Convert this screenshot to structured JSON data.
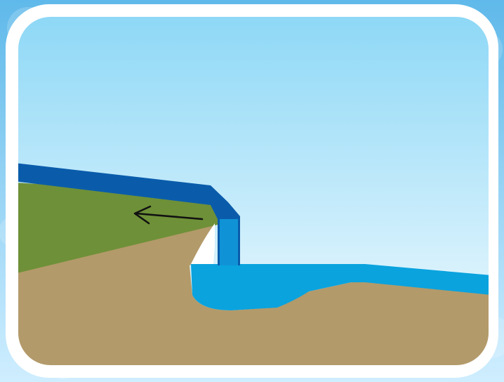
{
  "diagram": {
    "elements": [
      {
        "name": "background-sky",
        "kind": "bokeh-backdrop"
      },
      {
        "name": "frame",
        "kind": "rounded-white-border"
      },
      {
        "name": "sky-panel",
        "kind": "sky"
      },
      {
        "name": "ground",
        "kind": "land"
      },
      {
        "name": "hard-rock-layer",
        "kind": "rock-layer"
      },
      {
        "name": "soft-rock-undercut",
        "kind": "erosion-notch"
      },
      {
        "name": "upper-river",
        "kind": "river"
      },
      {
        "name": "waterfall",
        "kind": "falling-water"
      },
      {
        "name": "plunge-pool",
        "kind": "pool"
      },
      {
        "name": "lower-river",
        "kind": "river"
      },
      {
        "name": "retreat-arrow",
        "kind": "arrow",
        "direction": "left"
      }
    ]
  },
  "colors": {
    "backdrop_top": "#5fb9ea",
    "backdrop_bottom": "#cfeeff",
    "frame": "#ffffff",
    "sky_top": "#8ed8f6",
    "sky_bottom": "#f3fbff",
    "ground": "#b39a6a",
    "hard_rock": "#6e9038",
    "river_dark": "#0a5cab",
    "river_water": "#1196d8",
    "pool": "#0aa3de",
    "notch": "#ffffff",
    "arrow": "#111111"
  }
}
